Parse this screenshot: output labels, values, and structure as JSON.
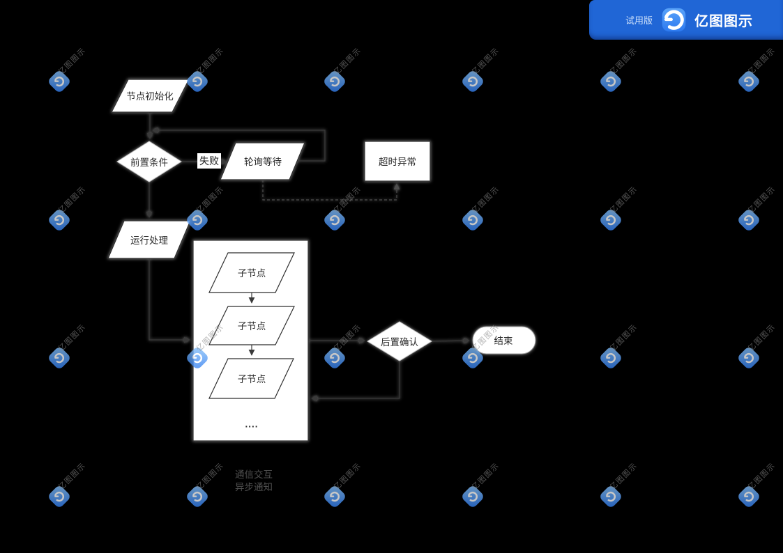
{
  "banner": {
    "trial_label": "试用版",
    "brand_name": "亿图图示",
    "bg_color": "#2066d6",
    "logo_color_top": "#5aa3f9",
    "logo_color_bottom": "#2d7af0"
  },
  "watermark": {
    "text": "亿图图示",
    "icon": "edraw-logo-icon",
    "icon_color_light": "#8ac4fa",
    "icon_color_dark": "#2e7bf0",
    "grid_cols_x": [
      85,
      283,
      480,
      678,
      876,
      1074
    ],
    "grid_rows_y": [
      117,
      316,
      514,
      713
    ]
  },
  "diagram": {
    "line_color": "#3a3a3a",
    "nodes": {
      "init": "节点初始化",
      "precondition": "前置条件",
      "fail_edge_label": "失败",
      "poll_wait": "轮询等待",
      "timeout_error": "超时异常",
      "run_process": "运行处理",
      "child_node_1": "子节点",
      "child_node_2": "子节点",
      "child_node_3": "子节点",
      "ellipsis": "....",
      "post_confirm": "后置确认",
      "end": "结束"
    },
    "legend": {
      "line_1": "通信交互",
      "line_2": "异步通知"
    }
  }
}
